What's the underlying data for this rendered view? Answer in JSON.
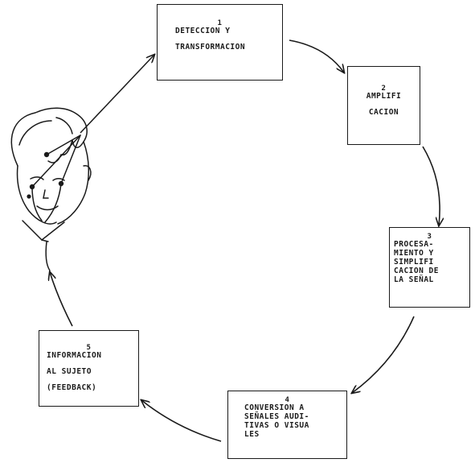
{
  "diagram": {
    "steps": [
      {
        "number": "1",
        "lines": [
          "DETECCION Y",
          "TRANSFORMACION"
        ]
      },
      {
        "number": "2",
        "lines": [
          "AMPLIFI",
          "CACION"
        ]
      },
      {
        "number": "3",
        "lines": [
          "PROCESA-",
          "MIENTO Y",
          "SIMPLIFI",
          "CACION DE",
          "LA SEÑAL"
        ]
      },
      {
        "number": "4",
        "lines": [
          "CONVERSION A",
          "SEÑALES AUDI-",
          "TIVAS O VISUA",
          "LES"
        ]
      },
      {
        "number": "5",
        "lines": [
          "INFORMACION",
          "AL SUJETO",
          "(FEEDBACK)"
        ]
      }
    ],
    "subject_icon": "head-with-electrodes-icon",
    "colors": {
      "ink": "#1a1a1a",
      "paper": "#ffffff"
    }
  }
}
